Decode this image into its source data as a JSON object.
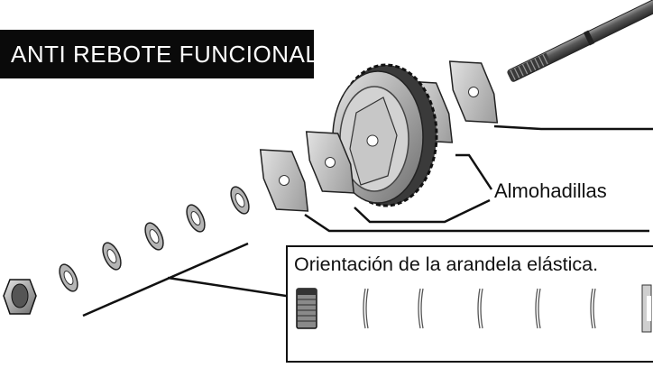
{
  "diagram": {
    "title": "ANTI REBOTE FUNCIONAL",
    "callout_label": "Almohadillas",
    "inset_title": "Orientación de la arandela elástica."
  },
  "parts": [
    "nut-icon",
    "washer-icon",
    "hex-pad-icon",
    "spur-gear-icon",
    "shaft-icon"
  ],
  "colors": {
    "title_bg": "#0a0a0a",
    "title_text": "#ffffff",
    "line": "#111111",
    "metal": "#b5b5b5"
  }
}
